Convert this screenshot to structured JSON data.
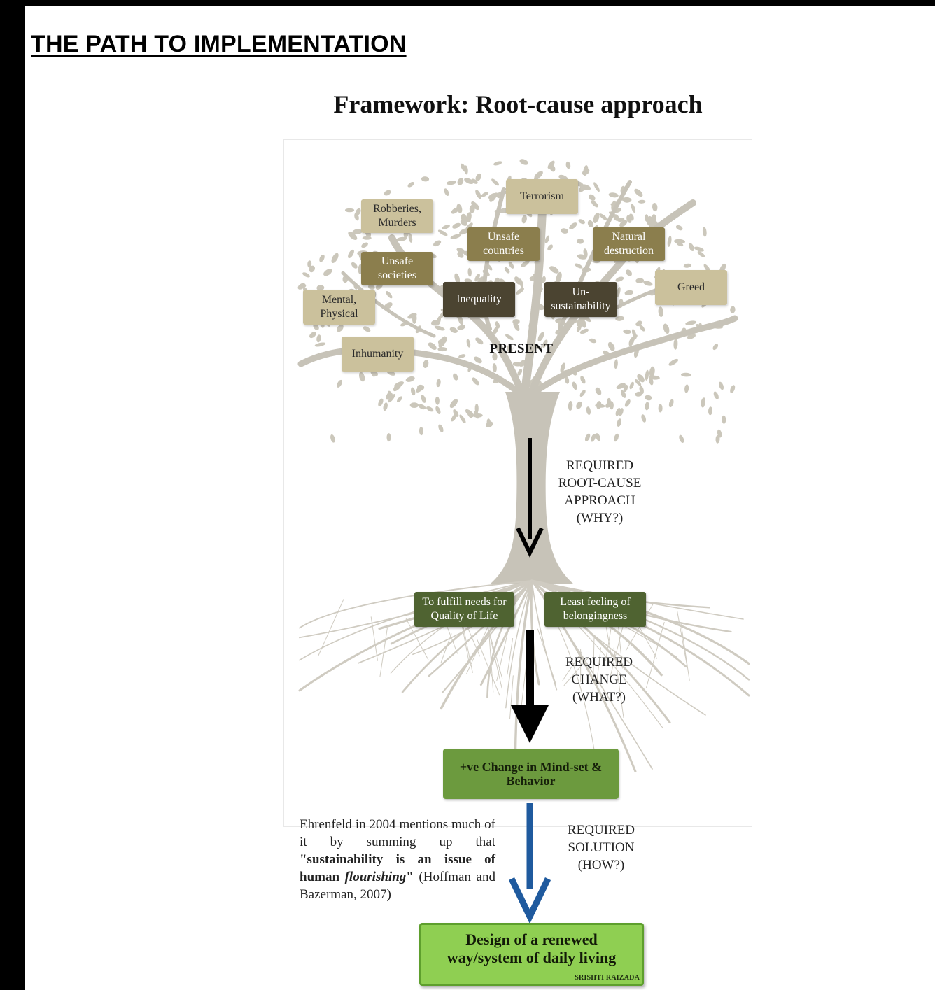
{
  "page": {
    "heading": "THE PATH TO IMPLEMENTATION",
    "framework_title": "Framework: Root-cause approach"
  },
  "tree": {
    "present_label": "PRESENT",
    "problems": [
      {
        "id": "terrorism",
        "text": "Terrorism",
        "shade": "light"
      },
      {
        "id": "robberies",
        "text": "Robberies,\nMurders",
        "shade": "light"
      },
      {
        "id": "unsafe-countries",
        "text": "Unsafe\ncountries",
        "shade": "mid"
      },
      {
        "id": "natural-destruction",
        "text": "Natural\ndestruction",
        "shade": "mid"
      },
      {
        "id": "unsafe-societies",
        "text": "Unsafe\nsocieties",
        "shade": "mid"
      },
      {
        "id": "greed",
        "text": "Greed",
        "shade": "light"
      },
      {
        "id": "mental-physical",
        "text": "Mental,\nPhysical",
        "shade": "light"
      },
      {
        "id": "inequality",
        "text": "Inequality",
        "shade": "dark"
      },
      {
        "id": "unsustainability",
        "text": "Un-\nsustainability",
        "shade": "dark"
      },
      {
        "id": "inhumanity",
        "text": "Inhumanity",
        "shade": "light"
      }
    ]
  },
  "roots": {
    "needs": "To fulfill needs for\nQuality of Life",
    "belonging": "Least feeling of\nbelongingness"
  },
  "steps": {
    "why": "REQUIRED\nROOT-CAUSE\nAPPROACH\n(WHY?)",
    "what": "REQUIRED\nCHANGE\n(WHAT?)",
    "how": "REQUIRED\nSOLUTION\n(HOW?)"
  },
  "mindset": "+ve Change in Mind-set &\nBehavior",
  "quote": {
    "lead": "Ehrenfeld in 2004 mentions much of it by summing up that ",
    "bold_a": "\"sustainability is an issue of human ",
    "bold_italic": "flourishing",
    "bold_b": "\"",
    "tail": " (Hoffman and Bazerman, 2007)"
  },
  "solution": {
    "text": "Design of a renewed\nway/system of daily living",
    "credit": "SRISHTI RAIZADA"
  },
  "colors": {
    "tree": "#c7c3b8",
    "leaf": "#cbc7bb",
    "arrow_black": "#000000",
    "arrow_blue": "#1f5a9e",
    "box_light": "#cbc19c",
    "box_mid": "#8b7e4d",
    "box_dark": "#4b4431",
    "box_green": "#4f6331",
    "mindset_green": "#6c9a3e",
    "solution_green": "#8fcf52"
  }
}
